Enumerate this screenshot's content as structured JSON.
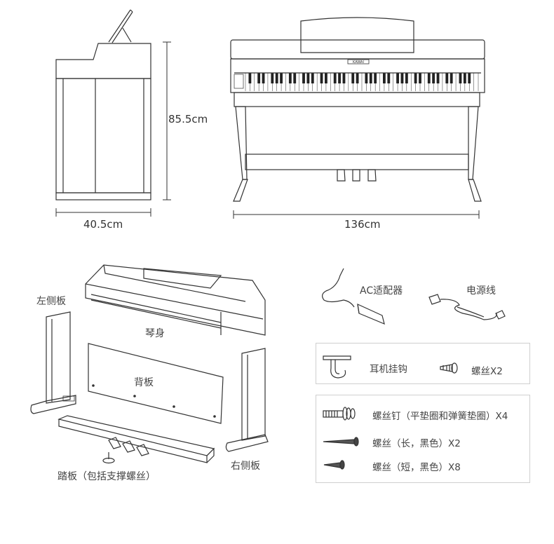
{
  "dimensions": {
    "height": "85.5cm",
    "depth": "40.5cm",
    "width": "136cm"
  },
  "brand_plate": "KAWAI",
  "parts": {
    "left_panel": "左侧板",
    "body": "琴身",
    "back_panel": "背板",
    "right_panel": "右侧板",
    "pedal_board": "踏板（包括支撑螺丝）",
    "ac_adapter": "AC适配器",
    "power_cord": "电源线"
  },
  "accessories_box1": {
    "headphone_hook": "耳机挂钩",
    "screw_x2": "螺丝X2"
  },
  "accessories_box2": {
    "item1": "螺丝钉（平垫圈和弹簧垫圈）X4",
    "item2": "螺丝（长，黑色）X2",
    "item3": "螺丝（短，黑色）X8"
  }
}
